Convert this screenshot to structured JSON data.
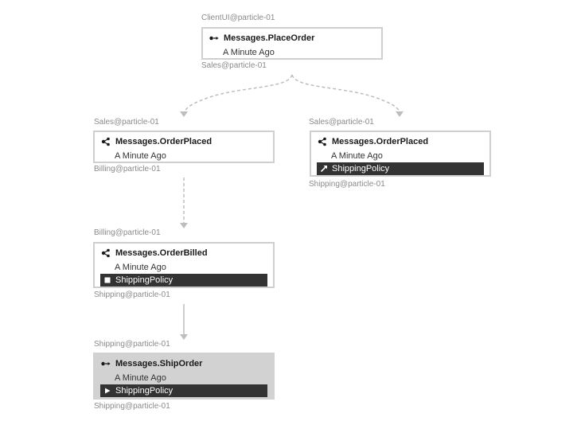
{
  "colors": {
    "border": "#cfcfcf",
    "selected_bg": "#d2d2d2",
    "policy_bg": "#333333",
    "endpoint_text": "#8a8a8a",
    "arrow": "#bdbdbd"
  },
  "nodes": {
    "place_order": {
      "sender": "ClientUI@particle-01",
      "title": "Messages.PlaceOrder",
      "time": "A Minute Ago",
      "receiver": "Sales@particle-01",
      "icon": "command-send-icon"
    },
    "order_placed_billing": {
      "sender": "Sales@particle-01",
      "title": "Messages.OrderPlaced",
      "time": "A Minute Ago",
      "receiver": "Billing@particle-01",
      "icon": "event-publish-icon"
    },
    "order_placed_shipping": {
      "sender": "Sales@particle-01",
      "title": "Messages.OrderPlaced",
      "time": "A Minute Ago",
      "saga": "ShippingPolicy",
      "saga_icon": "saga-initiated-icon",
      "receiver": "Shipping@particle-01",
      "icon": "event-publish-icon"
    },
    "order_billed": {
      "sender": "Billing@particle-01",
      "title": "Messages.OrderBilled",
      "time": "A Minute Ago",
      "saga": "ShippingPolicy",
      "saga_icon": "saga-completed-icon",
      "receiver": "Shipping@particle-01",
      "icon": "event-publish-icon"
    },
    "ship_order": {
      "sender": "Shipping@particle-01",
      "title": "Messages.ShipOrder",
      "time": "A Minute Ago",
      "saga": "ShippingPolicy",
      "saga_icon": "saga-play-icon",
      "receiver": "Shipping@particle-01",
      "icon": "command-send-icon",
      "selected": true
    }
  }
}
